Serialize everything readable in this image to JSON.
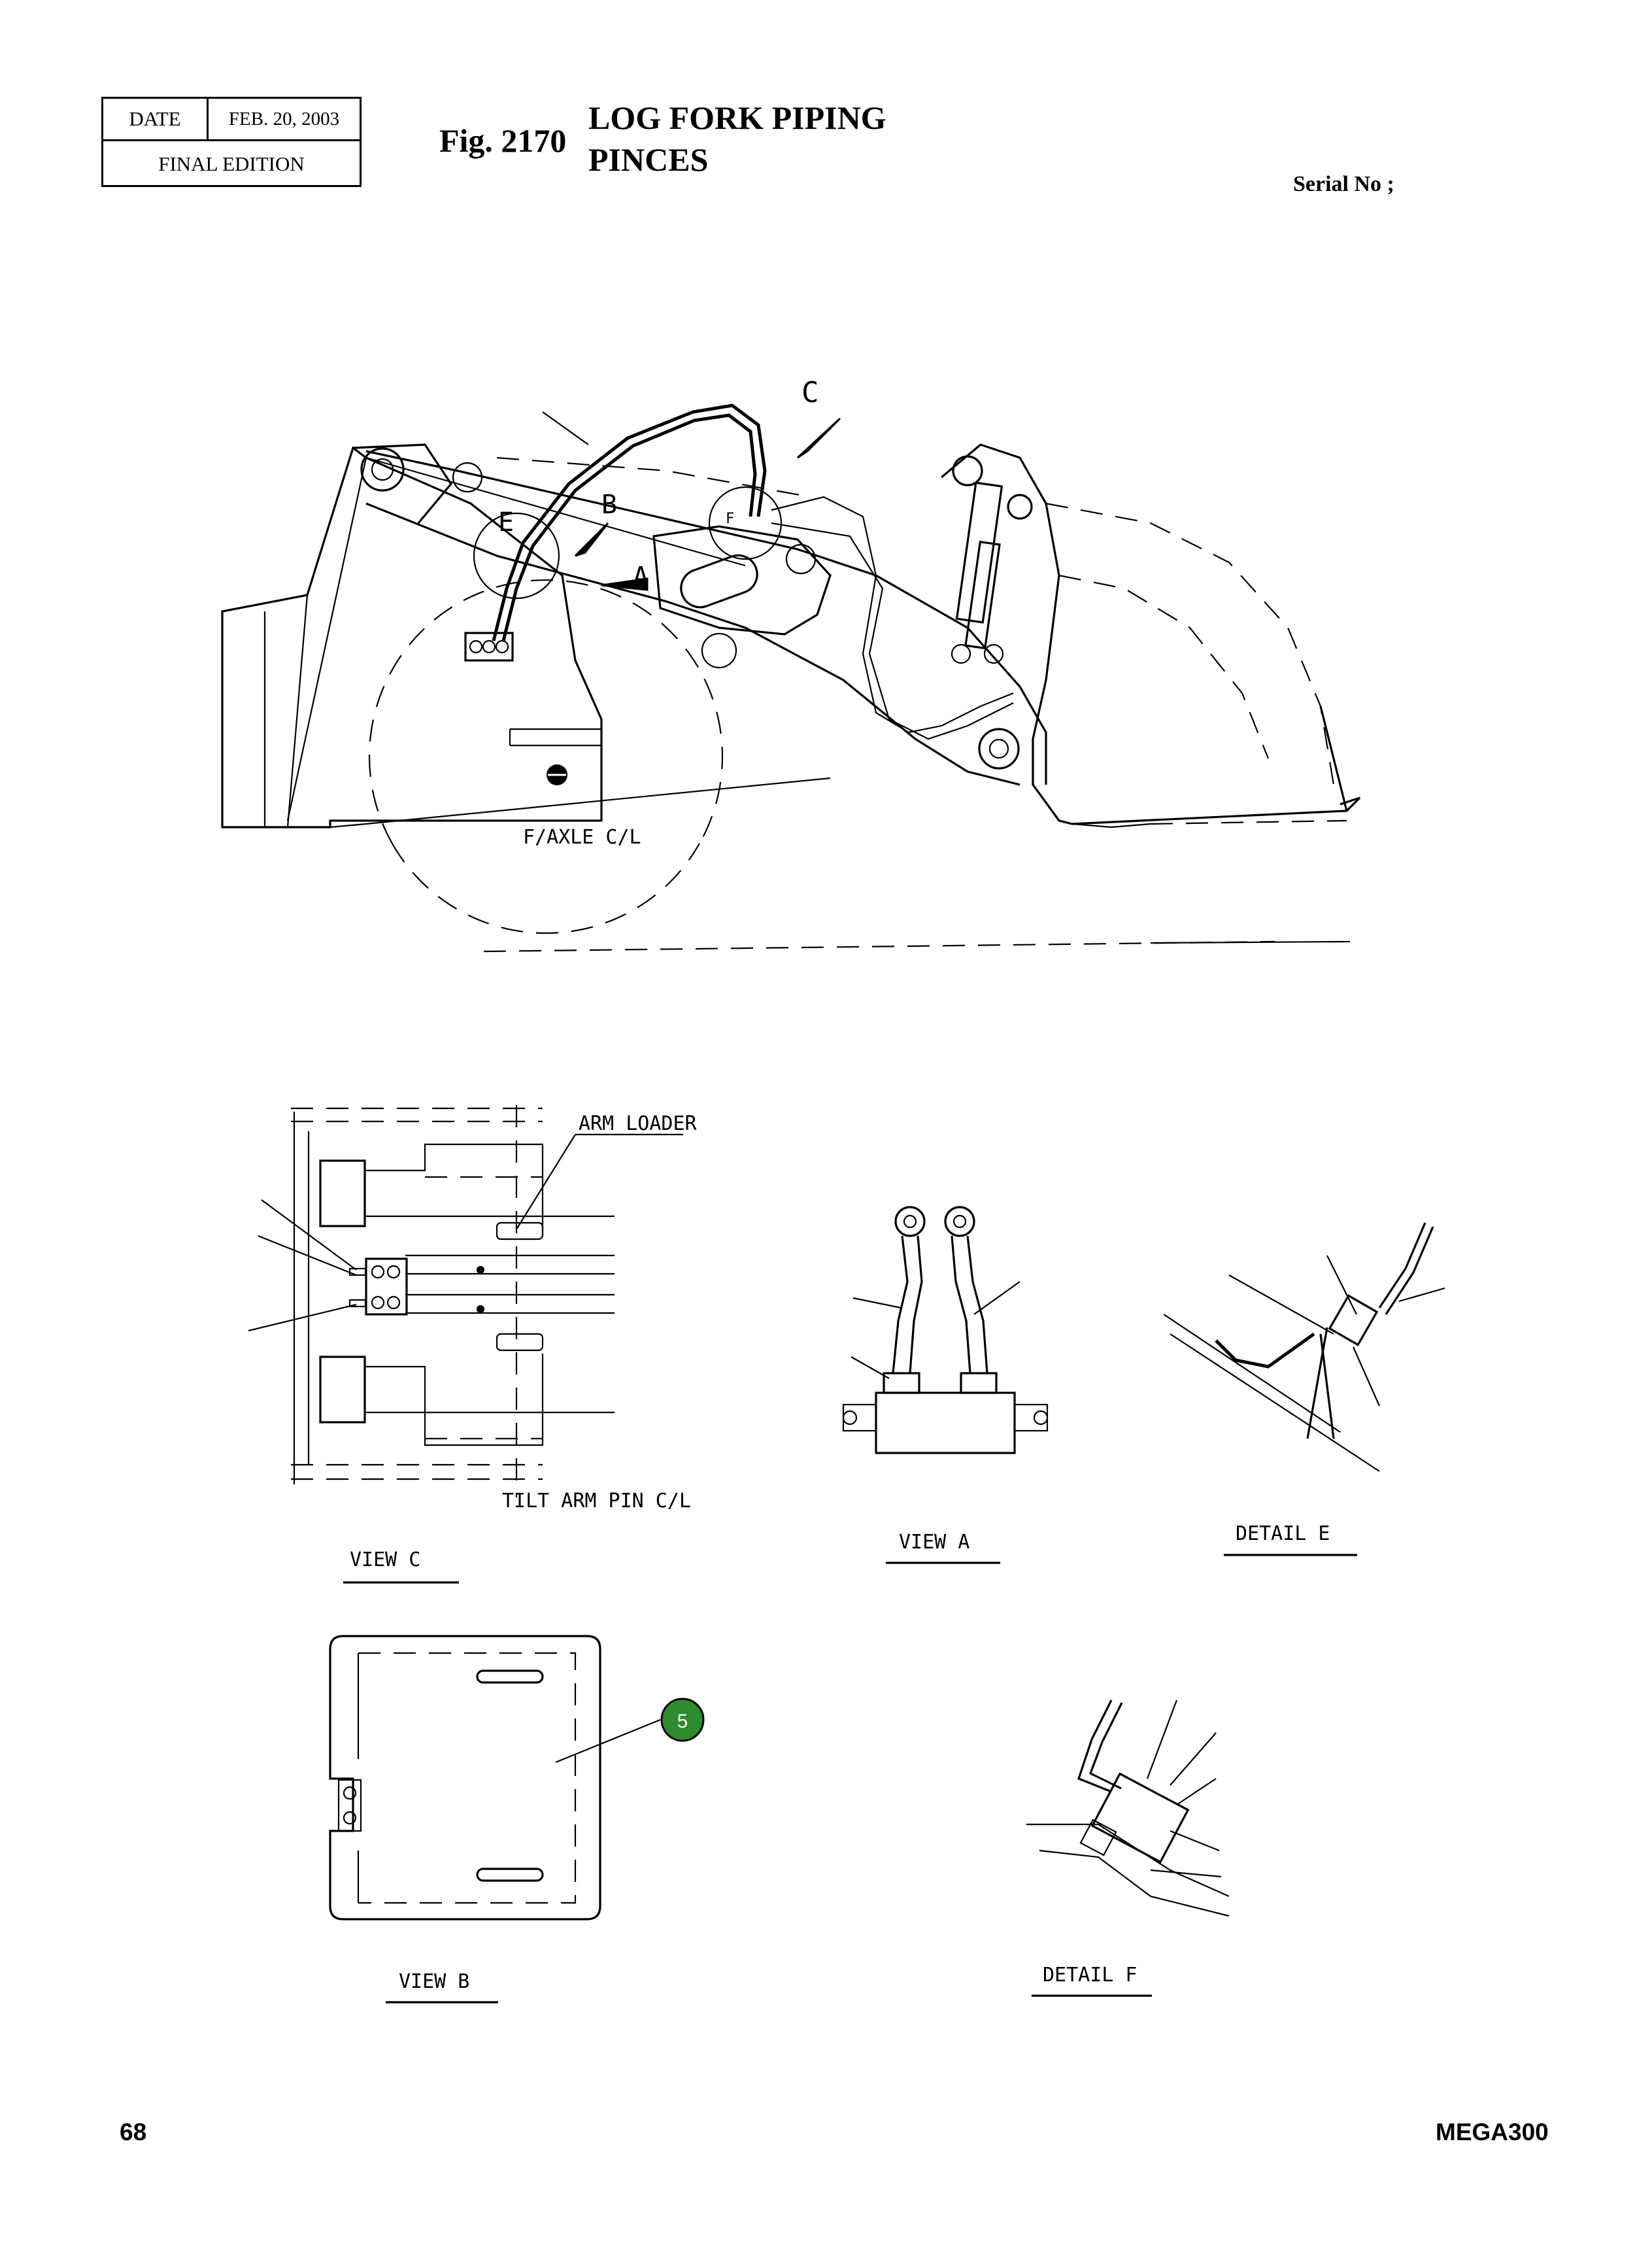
{
  "header": {
    "date_label": "DATE",
    "date_value": "FEB. 20, 2003",
    "edition": "FINAL EDITION"
  },
  "figure": {
    "number": "Fig. 2170",
    "title_line1": "LOG FORK PIPING",
    "title_line2": "PINCES",
    "serial_label": "Serial No ;"
  },
  "main_view": {
    "axle_label": "F/AXLE C/L",
    "arrow_labels": [
      "A",
      "B",
      "C"
    ],
    "detail_labels": [
      "E",
      "F"
    ]
  },
  "views": {
    "view_c": {
      "caption": "VIEW   C",
      "arm_loader": "ARM LOADER",
      "tilt_arm": "TILT ARM PIN C/L"
    },
    "view_a": {
      "caption": "VIEW   A"
    },
    "detail_e": {
      "caption": "DETAIL   E"
    },
    "view_b": {
      "caption": "VIEW   B",
      "callout": "5"
    },
    "detail_f": {
      "caption": "DETAIL   F"
    }
  },
  "colors": {
    "callout_fill": "#2e8b2e",
    "callout_text": "#ffffff"
  },
  "footer": {
    "page": "68",
    "model": "MEGA300"
  }
}
